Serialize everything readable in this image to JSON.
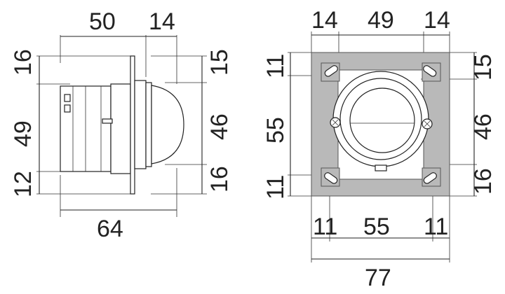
{
  "side_view": {
    "top_left": "50",
    "top_right": "14",
    "left_top": "16",
    "left_mid": "49",
    "left_bottom": "12",
    "right_top": "15",
    "right_mid": "46",
    "right_bottom": "16",
    "bottom": "64"
  },
  "front_view": {
    "top_left": "14",
    "top_mid": "49",
    "top_right": "14",
    "left_top": "11",
    "left_mid": "55",
    "left_bottom": "11",
    "right_top": "15",
    "right_mid": "46",
    "right_bottom": "16",
    "bottom_left": "11",
    "bottom_mid": "55",
    "bottom_right": "11",
    "bottom_total": "77"
  }
}
